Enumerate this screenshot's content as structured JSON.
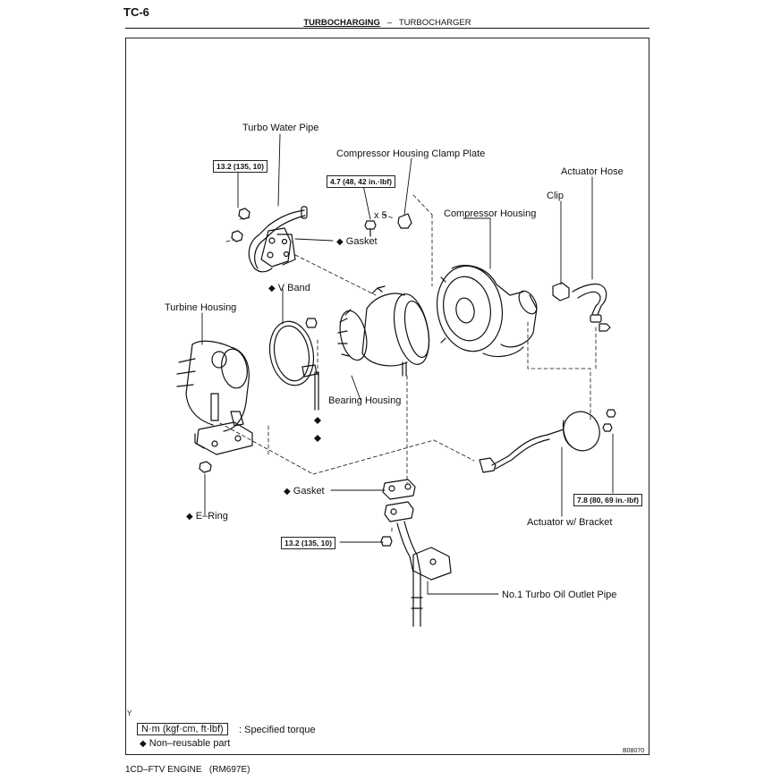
{
  "header": {
    "page_code": "TC-6",
    "section": "TURBOCHARGING",
    "separator": "–",
    "subsection": "TURBOCHARGER"
  },
  "labels": {
    "turbo_water_pipe": "Turbo Water Pipe",
    "compressor_housing_clamp_plate": "Compressor Housing Clamp Plate",
    "actuator_hose": "Actuator Hose",
    "clip": "Clip",
    "compressor_housing": "Compressor Housing",
    "gasket_upper": "Gasket",
    "v_band": "V Band",
    "turbine_housing": "Turbine Housing",
    "bearing_housing": "Bearing Housing",
    "gasket_lower": "Gasket",
    "e_ring": "E–Ring",
    "actuator_with_bracket": "Actuator w/ Bracket",
    "oil_outlet_pipe": "No.1 Turbo Oil Outlet Pipe",
    "bolt_count": "x 5"
  },
  "torques": {
    "water_pipe": "13.2 (135, 10)",
    "clamp_plate": "4.7 (48, 42 in.·lbf)",
    "actuator": "7.8 (80, 69 in.·lbf)",
    "oil_pipe": "13.2 (135, 10)"
  },
  "legend": {
    "torque_unit": "N·m (kgf·cm, ft·lbf)",
    "torque_desc": ": Specified torque",
    "non_reusable": "Non–reusable part"
  },
  "symbols": {
    "non_reusable": "◆"
  },
  "figure_number": "B08070",
  "corner_mark": "Y",
  "footer": {
    "engine": "1CD–FTV ENGINE",
    "manual": "(RM697E)"
  }
}
